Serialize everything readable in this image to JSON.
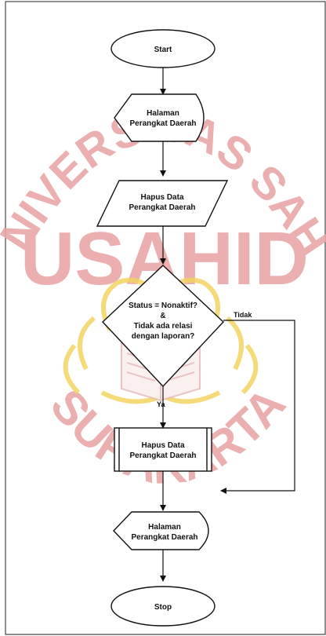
{
  "watermark": {
    "arc_top": "UNIVERSITAS SAHID",
    "center": "USAHID",
    "arc_bottom": "SURAKARTA",
    "color": "#e9a7a7",
    "emblem": "open-book-emblem",
    "emblem_color": "#f6d96a"
  },
  "flowchart": {
    "nodes": {
      "start": [
        "Start"
      ],
      "display1": [
        "Halaman",
        "Perangkat Daerah"
      ],
      "input": [
        "Hapus Data",
        "Perangkat Daerah"
      ],
      "decision": [
        "Status = Nonaktif?",
        "&",
        "Tidak ada relasi",
        "dengan laporan?"
      ],
      "process": [
        "Hapus Data",
        "Perangkat Daerah"
      ],
      "display2": [
        "Halaman",
        "Perangkat Daerah"
      ],
      "stop": [
        "Stop"
      ]
    },
    "edges": {
      "yes": "Ya",
      "no": "Tidak"
    }
  }
}
